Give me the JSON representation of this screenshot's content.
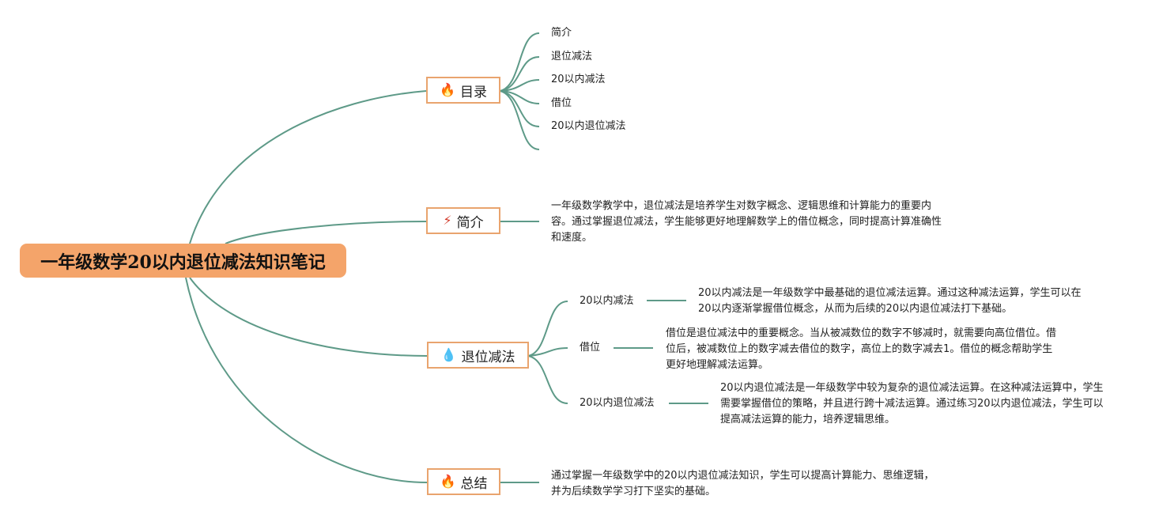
{
  "root": {
    "title": "一年级数学20以内退位减法知识笔记"
  },
  "colors": {
    "root": "#F4A46A",
    "node_border": "#E9A46E",
    "line": "#5E9A88"
  },
  "branches": {
    "toc": {
      "label": "目录",
      "icon": "fire-icon",
      "items": [
        "简介",
        "退位减法",
        "20以内减法",
        "借位",
        "20以内退位减法"
      ]
    },
    "intro": {
      "label": "简介",
      "icon": "magic-wand-icon",
      "text": "一年级数学教学中，退位减法是培养学生对数字概念、逻辑思维和计算能力的重要内容。通过掌握退位减法，学生能够更好地理解数学上的借位概念，同时提高计算准确性和速度。"
    },
    "subtraction": {
      "label": "退位减法",
      "icon": "blue-fire-icon",
      "children": [
        {
          "label": "20以内减法",
          "text": "20以内减法是一年级数学中最基础的退位减法运算。通过这种减法运算，学生可以在20以内逐渐掌握借位概念，从而为后续的20以内退位减法打下基础。"
        },
        {
          "label": "借位",
          "text": "借位是退位减法中的重要概念。当从被减数位的数字不够减时，就需要向高位借位。借位后，被减数位上的数字减去借位的数字，高位上的数字减去1。借位的概念帮助学生更好地理解减法运算。"
        },
        {
          "label": "20以内退位减法",
          "text": "20以内退位减法是一年级数学中较为复杂的退位减法运算。在这种减法运算中，学生需要掌握借位的策略，并且进行跨十减法运算。通过练习20以内退位减法，学生可以提高减法运算的能力，培养逻辑思维。"
        }
      ]
    },
    "summary": {
      "label": "总结",
      "icon": "fire-icon",
      "text": "通过掌握一年级数学中的20以内退位减法知识，学生可以提高计算能力、思维逻辑，并为后续数学学习打下坚实的基础。"
    }
  }
}
